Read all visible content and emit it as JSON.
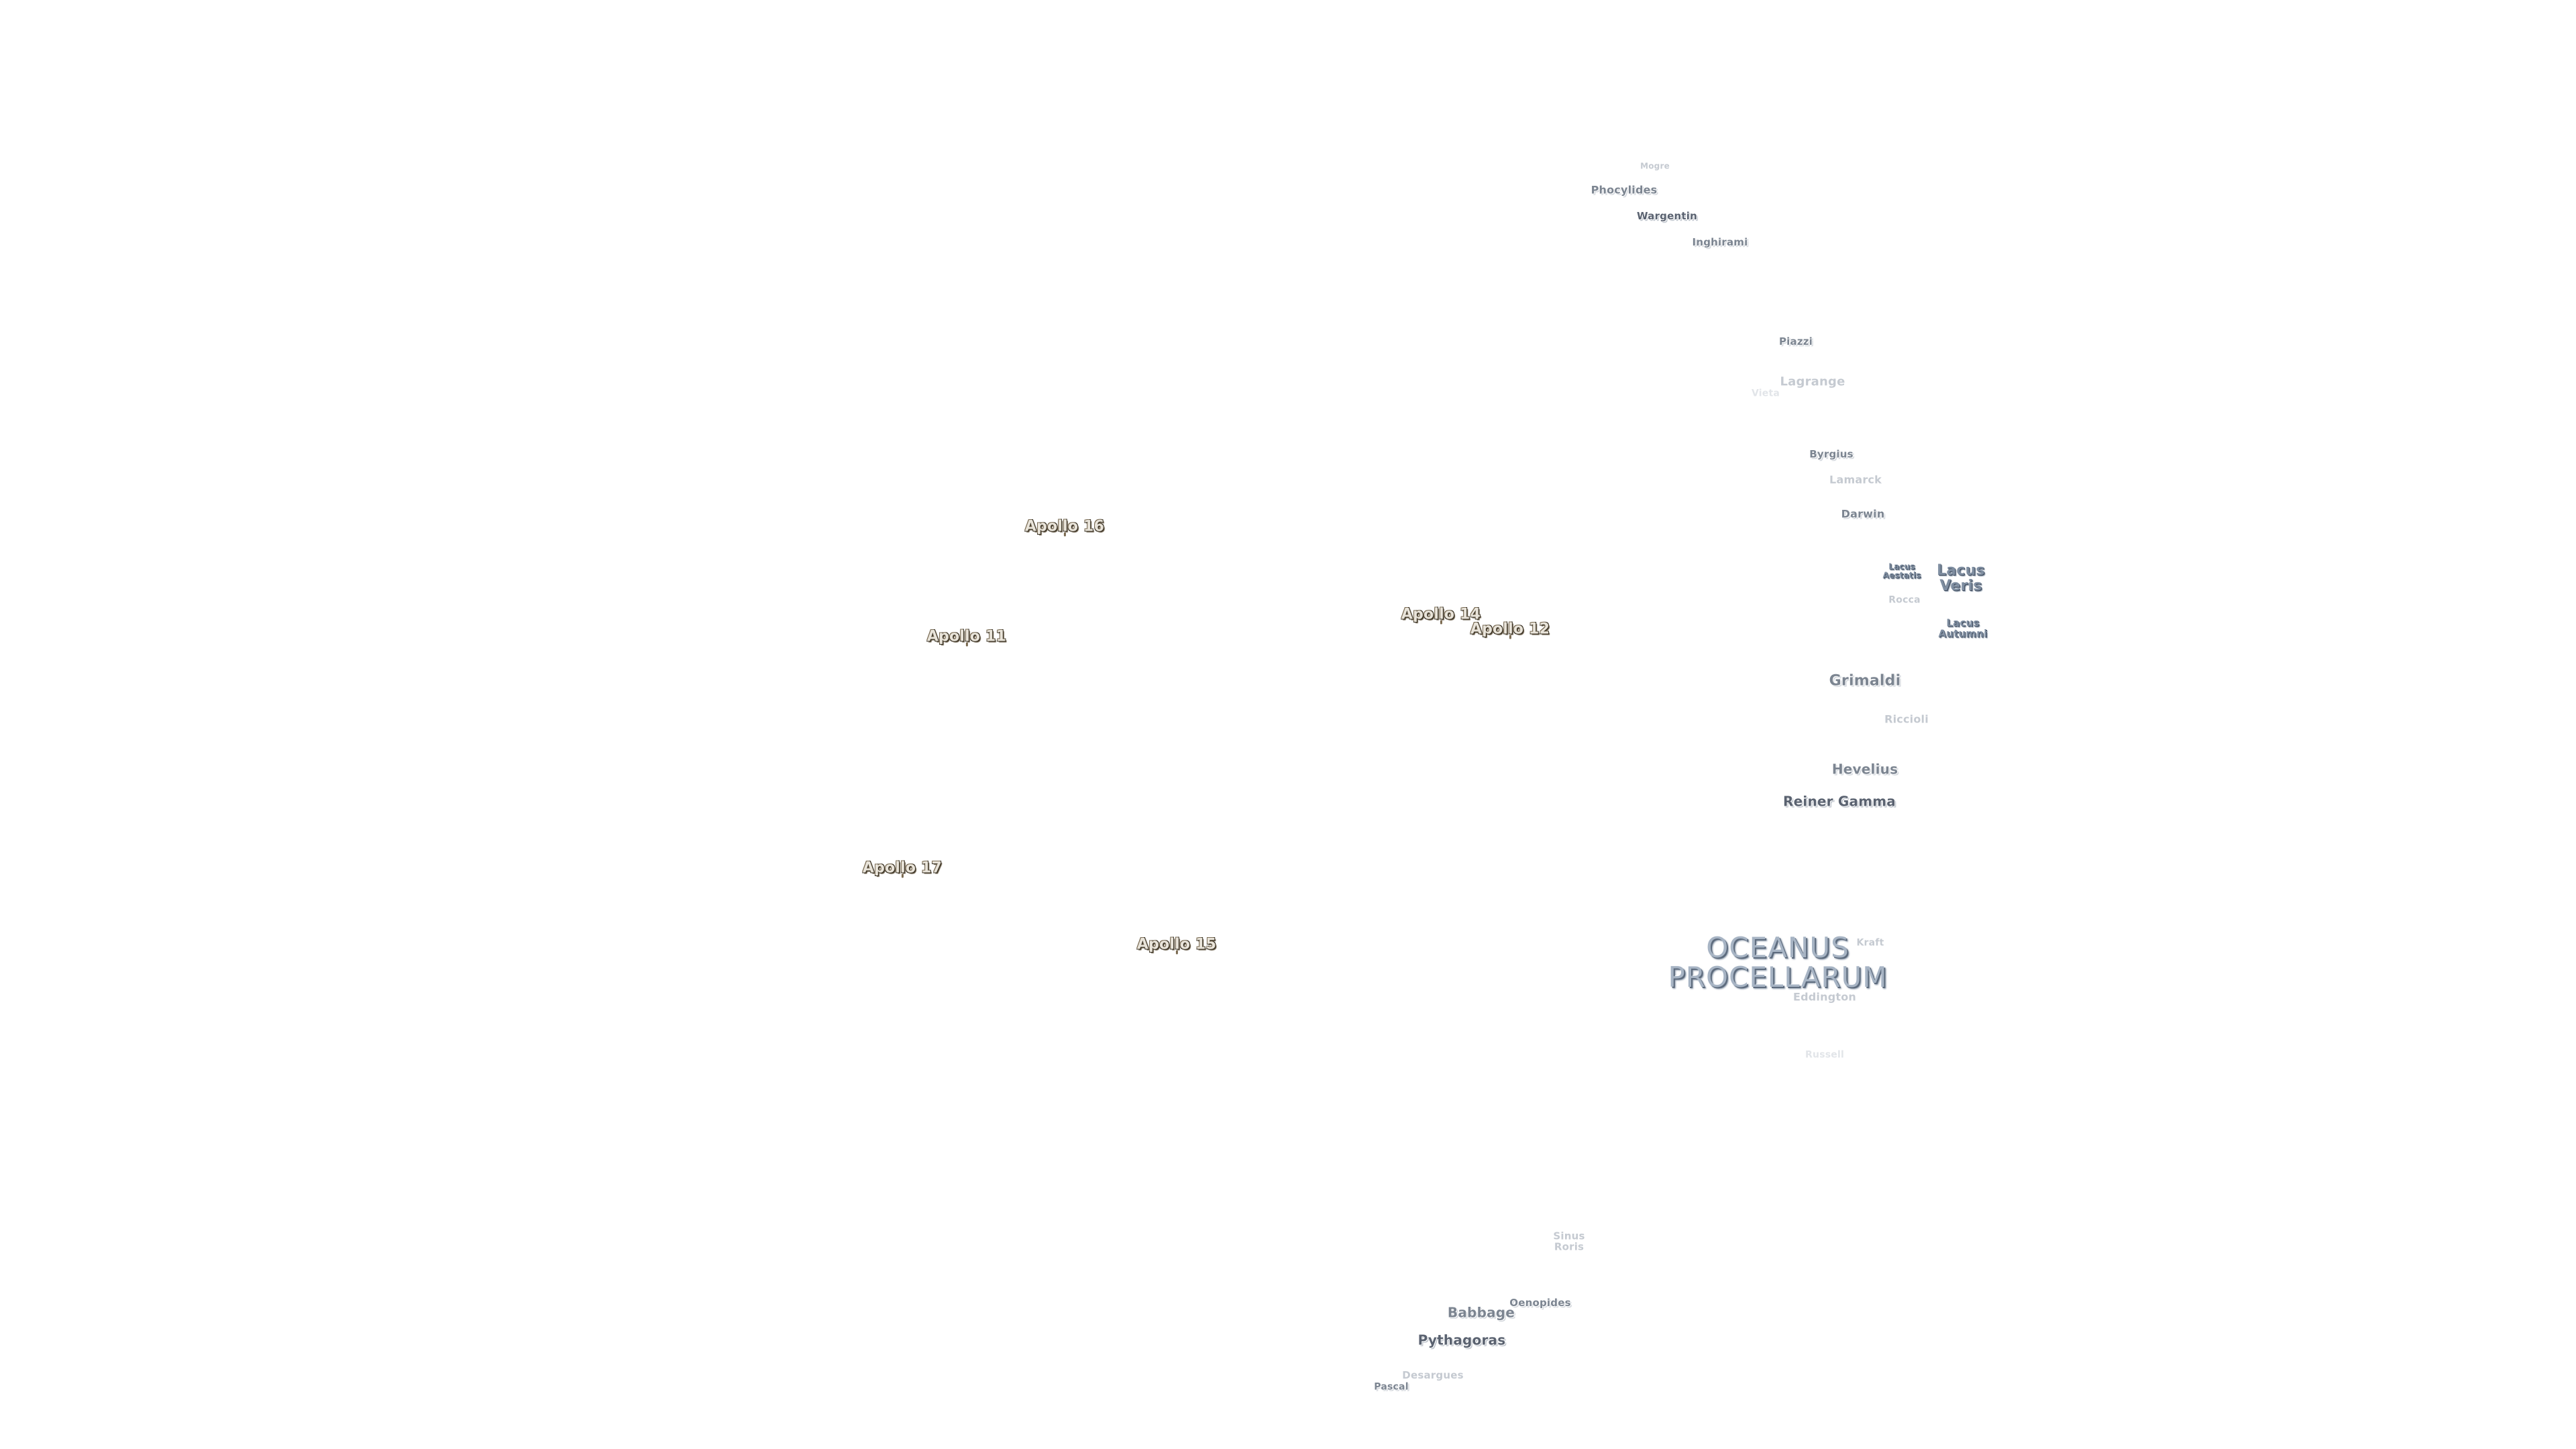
{
  "map": {
    "apollo_sites": [
      {
        "id": "apollo-16",
        "label": "Apollo 16"
      },
      {
        "id": "apollo-11",
        "label": "Apollo 11"
      },
      {
        "id": "apollo-14",
        "label": "Apollo 14"
      },
      {
        "id": "apollo-12",
        "label": "Apollo 12"
      },
      {
        "id": "apollo-17",
        "label": "Apollo 17"
      },
      {
        "id": "apollo-15",
        "label": "Apollo 15"
      }
    ],
    "features": {
      "mogre": "Mogre",
      "phocylides": "Phocylides",
      "wargentin": "Wargentin",
      "inghirami": "Inghirami",
      "piazzi": "Piazzi",
      "lagrange": "Lagrange",
      "vieta": "Vieta",
      "byrgius": "Byrgius",
      "lamarck": "Lamarck",
      "darwin": "Darwin",
      "lacus_autumni_small": "Lacus\nAestatis",
      "lacus_veris": "Lacus\nVeris",
      "rocca": "Rocca",
      "lacus_autumni": "Lacus\nAutumni",
      "grimaldi": "Grimaldi",
      "riccioli": "Riccioli",
      "hevelius": "Hevelius",
      "reiner_gamma": "Reiner Gamma",
      "oceanus_procellarum": "OCEANUS\nPROCELLARUM",
      "kraft": "Kraft",
      "eddington": "Eddington",
      "russell": "Russell",
      "sinus_roris": "Sinus\nRoris",
      "oenopides": "Oenopides",
      "babbage": "Babbage",
      "pythagoras": "Pythagoras",
      "desargues": "Desargues",
      "pascal": "Pascal"
    }
  }
}
